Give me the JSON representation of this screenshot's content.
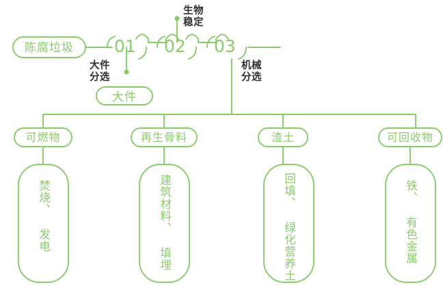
{
  "meta": {
    "title": "陈腐垃圾处理流程图",
    "accent_green": "#8CC96F",
    "line_green": "#8CC96F",
    "note_gray": "#2f2f2f",
    "background": "#ffffff"
  },
  "source": {
    "label": "陈腐垃圾"
  },
  "stages": [
    {
      "number": "01",
      "note": "大件\n分选",
      "note_position": "below",
      "output_pill": "大件"
    },
    {
      "number": "02",
      "note": "生物\n稳定",
      "note_position": "above",
      "output_pill": ""
    },
    {
      "number": "03",
      "note": "机械\n分选",
      "note_position": "below",
      "output_pill": ""
    }
  ],
  "branches": [
    {
      "pill": "可燃物",
      "box_text": "焚烧、\n发电"
    },
    {
      "pill": "再生骨料",
      "box_text": "建筑材料、\n填埋"
    },
    {
      "pill": "渣土",
      "box_text": "回填、\n绿化营养土"
    },
    {
      "pill": "可回收物",
      "box_text": "铁、\n有色金属"
    }
  ],
  "icons": {
    "connector_dot": "dot-icon",
    "flow_line": "flow-line-icon"
  }
}
